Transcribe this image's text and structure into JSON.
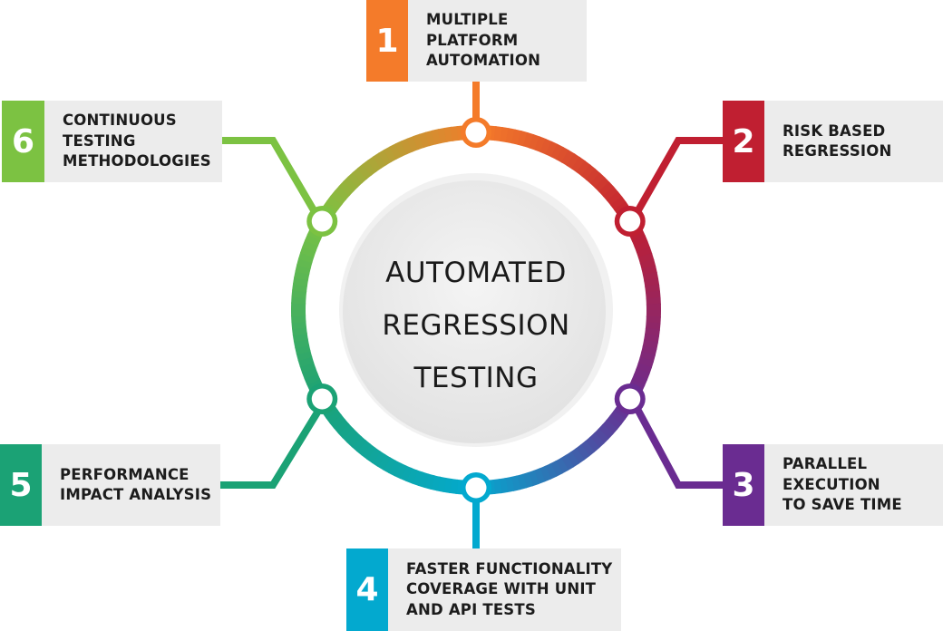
{
  "center": {
    "lines": [
      "AUTOMATED",
      "REGRESSION",
      "TESTING"
    ]
  },
  "steps": [
    {
      "number": "1",
      "lines": [
        "MULTIPLE",
        "PLATFORM",
        "AUTOMATION"
      ],
      "color": "#f47b2a"
    },
    {
      "number": "2",
      "lines": [
        "RISK BASED",
        "REGRESSION"
      ],
      "color": "#c01f31"
    },
    {
      "number": "3",
      "lines": [
        "PARALLEL",
        "EXECUTION",
        "TO SAVE TIME"
      ],
      "color": "#6a2c91"
    },
    {
      "number": "4",
      "lines": [
        "FASTER FUNCTIONALITY",
        "COVERAGE WITH UNIT",
        "AND API TESTS"
      ],
      "color": "#03a9cf"
    },
    {
      "number": "5",
      "lines": [
        "PERFORMANCE",
        "IMPACT ANALYSIS"
      ],
      "color": "#1ba275"
    },
    {
      "number": "6",
      "lines": [
        "CONTINUOUS",
        "TESTING",
        "METHODOLOGIES"
      ],
      "color": "#7cc242"
    }
  ],
  "ring_gradient": [
    "#f47b2a",
    "#c01f31",
    "#6a2c91",
    "#03a9cf",
    "#1ba275",
    "#7cc242"
  ]
}
